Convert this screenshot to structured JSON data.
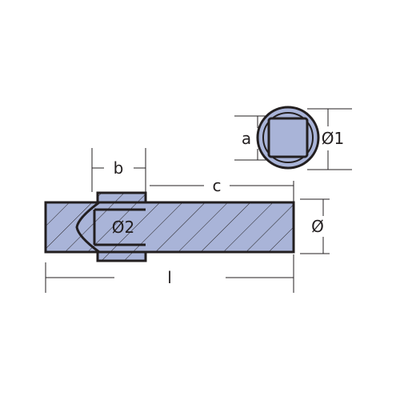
{
  "colors": {
    "body_fill": "#a9b4d8",
    "outline": "#231f20",
    "hatch": "#231f20",
    "dim_line": "#231f20",
    "background": "#ffffff"
  },
  "labels": {
    "b": "b",
    "c": "c",
    "l": "l",
    "diameter": "Ø",
    "diameter_inner": "Ø2",
    "diameter_end": "Ø1",
    "square": "a"
  }
}
